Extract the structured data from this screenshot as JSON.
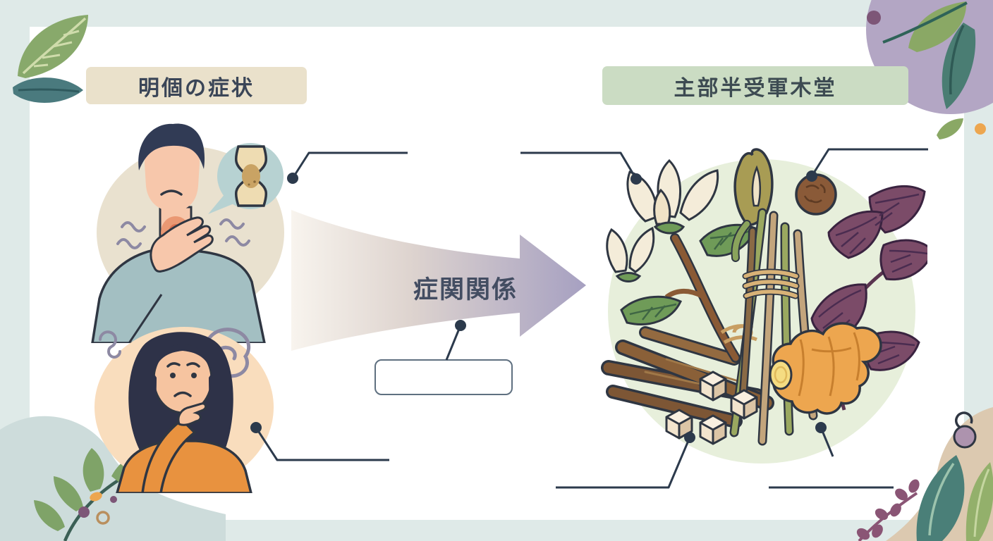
{
  "canvas": {
    "background": "#dfeae8",
    "card_background": "#ffffff"
  },
  "headers": {
    "left": {
      "label": "明個の症状",
      "bg": "#eae1cb",
      "text_color": "#3a4557"
    },
    "right": {
      "label": "主部半受軍木堂",
      "bg": "#cbdcc3",
      "text_color": "#3d4b52"
    }
  },
  "arrow": {
    "label": "症関関係",
    "text_color": "#434d62",
    "gradient_start": "#f8f3ec",
    "gradient_end": "#a6a0c1",
    "direction": "left-to-right"
  },
  "relation_box": {
    "value": "",
    "border_color": "#5f7080"
  },
  "callouts": {
    "line_color": "#2c3a4c",
    "items": [
      "man-joint-callout-top-left",
      "herbs-top-left-callout",
      "herbs-top-right-callout",
      "arrow-to-relation-box-callout",
      "woman-bottom-callout",
      "herbs-bottom-left-callout",
      "herbs-bottom-right-callout"
    ]
  },
  "left_panel": {
    "man_illustration": {
      "description": "man with sore throat holding neck, joint inset circle",
      "colors": {
        "skin": "#f7c7ab",
        "hair": "#313b55",
        "shirt": "#a3bfc2",
        "blob": "#e9e1cf",
        "throat_glow": "#e0825f",
        "joint_circle": "#b7d2d2",
        "bone": "#eedcb2",
        "squiggle": "#8d89a3"
      }
    },
    "woman_illustration": {
      "description": "worried woman thinking with hand on chin",
      "colors": {
        "skin": "#f6c4a0",
        "hair": "#2e3248",
        "top": "#e8923f",
        "blob": "#f9ddbd",
        "doodle": "#8d89a3"
      }
    }
  },
  "right_panel": {
    "description": "circle of herbal medicine ingredients",
    "circle_bg": "#e7efdb",
    "items": [
      "magnolia-flowers",
      "calla-flower",
      "nut-ball",
      "perilla-leaves",
      "stem-bundle",
      "root-sticks",
      "sugar-cubes",
      "ginger-root"
    ],
    "colors": {
      "magnolia": "#f4ecd9",
      "leaf_green": "#6f9b58",
      "calla": "#a89c54",
      "nut": "#8a5a38",
      "perilla": "#7b4b68",
      "stems_tan": "#c3a57c",
      "stems_green": "#9aa860",
      "roots": "#7d5635",
      "sugar": "#f2e4cd",
      "ginger": "#eda64f",
      "twine": "#d8b277"
    }
  },
  "decorations": {
    "corners": [
      "top-left-leaves",
      "top-right-leaves-lavender-blob",
      "bottom-left-branch-blob",
      "bottom-right-leaves-tan-blob"
    ],
    "colors": {
      "green_leaf": "#88a96b",
      "teal_leaf": "#4a7a7e",
      "lavender_blob": "#b3a6c4",
      "pale_blue_blob": "#cddcdb",
      "tan_blob": "#dcc9b0",
      "berry_purple": "#8a5575",
      "orange_dot": "#eda64f",
      "purple_dot": "#7d5677"
    }
  }
}
